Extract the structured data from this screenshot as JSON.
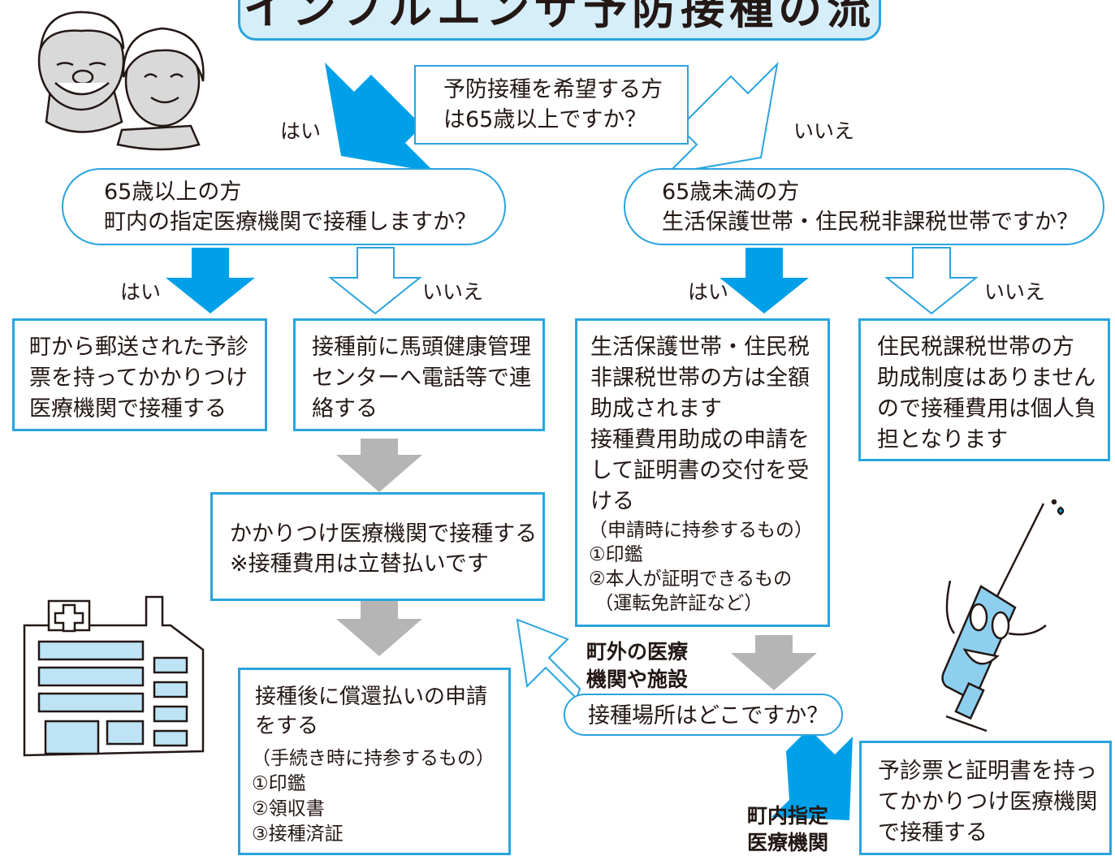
{
  "title": "インフルエンザ予防接種の流れ",
  "colors": {
    "accent_blue": "#2aa4de",
    "arrow_blue": "#00a0e9",
    "arrow_gray": "#b5b5b6",
    "title_fill": "#d6eef9"
  },
  "nodes": {
    "start": "予防接種を希望する方\nは65歳以上ですか？",
    "over65": "65歳以上の方\n町内の指定医療機関で接種しますか？",
    "under65": "65歳未満の方\n生活保護世帯・住民税非課税世帯ですか？",
    "mailed": "町から郵送された予診\n票を持ってかかりつけ\n医療機関で接種する",
    "contact": "接種前に馬頭健康管理\nセンターへ電話等で連\n絡する",
    "welfare": "生活保護世帯・住民税\n非課税世帯の方は全額\n助成されます\n接種費用助成の申請を\nして証明書の交付を受\nける",
    "welfare_items": "（申請時に持参するもの）\n①印鑑\n②本人が証明できるもの\n （運転免許証など）",
    "taxed": "住民税課税世帯の方\n助成制度はありません\nので接種費用は個人負\n担となります",
    "family_clinic": "かかりつけ医療機関で接種する\n※接種費用は立替払いです",
    "refund": "接種後に償還払いの申請\nをする",
    "refund_items": "（手続き時に持参するもの）\n①印鑑\n②領収書\n③接種済証",
    "where": "接種場所はどこですか？",
    "final": "予診票と証明書を持っ\nてかかりつけ医療機関\nで接種する"
  },
  "labels": {
    "yes_top": "はい",
    "no_top": "いいえ",
    "yes_left": "はい",
    "no_left": "いいえ",
    "yes_right": "はい",
    "no_right": "いいえ",
    "outside": "町外の医療\n機関や施設",
    "inside": "町内指定\n医療機関"
  },
  "illustrations": [
    "elderly-couple",
    "hospital-building",
    "syringe-mascot"
  ]
}
